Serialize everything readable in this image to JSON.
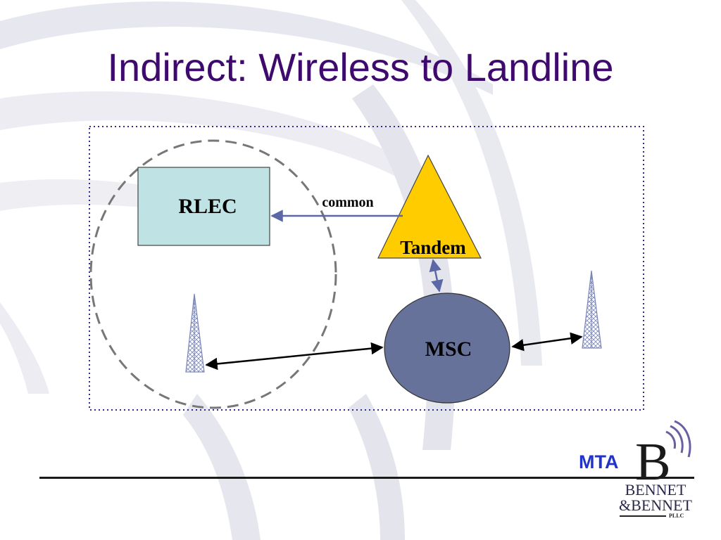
{
  "slide": {
    "title": "Indirect: Wireless to Landline"
  },
  "diagram": {
    "nodes": {
      "rlec": "RLEC",
      "tandem": "Tandem",
      "msc": "MSC"
    },
    "edge_labels": {
      "tandem_to_rlec": "common"
    },
    "colors": {
      "rlec_fill": "#bfe3e4",
      "tandem_fill": "#ffcc00",
      "msc_fill": "#66729a",
      "arrow_blue": "#5b67a6",
      "arrow_black": "#000000",
      "dashed_circle": "#777777",
      "boundary": "#2d2d8f"
    },
    "icons": [
      "cell-tower-icon",
      "cell-tower-icon"
    ]
  },
  "footer": {
    "region_label": "MTA",
    "logo": {
      "line1": "BENNET",
      "line2": "&BENNET",
      "suffix": "PLLC",
      "letter": "B"
    }
  }
}
